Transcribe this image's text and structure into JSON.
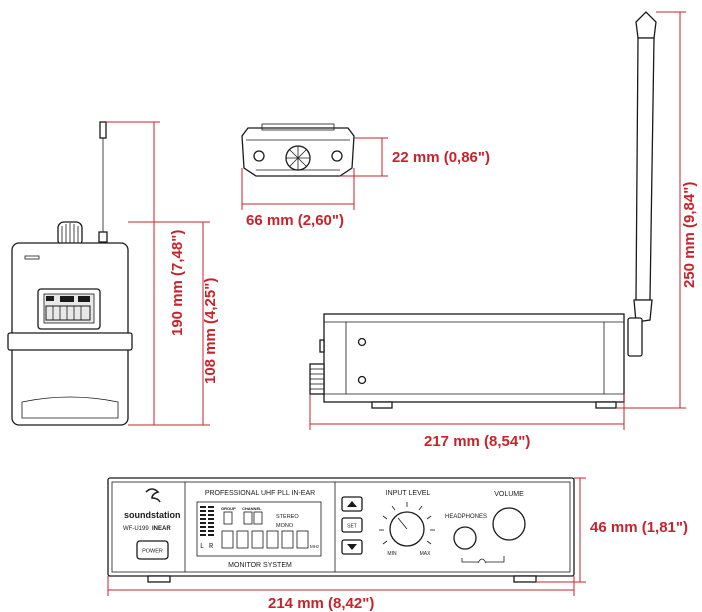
{
  "dimensions": {
    "bodypack_height": "190 mm (7,48\")",
    "bodypack_body_height": "108 mm (4,25\")",
    "bodypack_top_width": "66 mm (2,60\")",
    "bodypack_top_depth": "22 mm (0,86\")",
    "base_depth": "217 mm (8,54\")",
    "base_height_with_antenna": "250 mm (9,84\")",
    "base_front_width": "214 mm (8,42\")",
    "base_front_height": "46 mm (1,81\")"
  },
  "front_panel": {
    "brand": "soundstation",
    "model": "WF-U199",
    "model_suffix": "INEAR",
    "title": "PROFESSIONAL UHF PLL IN-EAR",
    "subtitle": "MONITOR SYSTEM",
    "power_label": "POWER",
    "set_label": "SET",
    "input_level_label": "INPUT LEVEL",
    "min_label": "MIN",
    "max_label": "MAX",
    "volume_label": "VOLUME",
    "headphones_label": "HEADPHONES",
    "lcd_group": "GROUP",
    "lcd_channel": "CHANNEL",
    "lcd_stereo": "STEREO",
    "lcd_mono": "MONO",
    "lcd_mhz": "MHz",
    "lcd_l": "L",
    "lcd_r": "R"
  },
  "colors": {
    "dimension": "#c8232c",
    "line": "#1a1a1a"
  }
}
